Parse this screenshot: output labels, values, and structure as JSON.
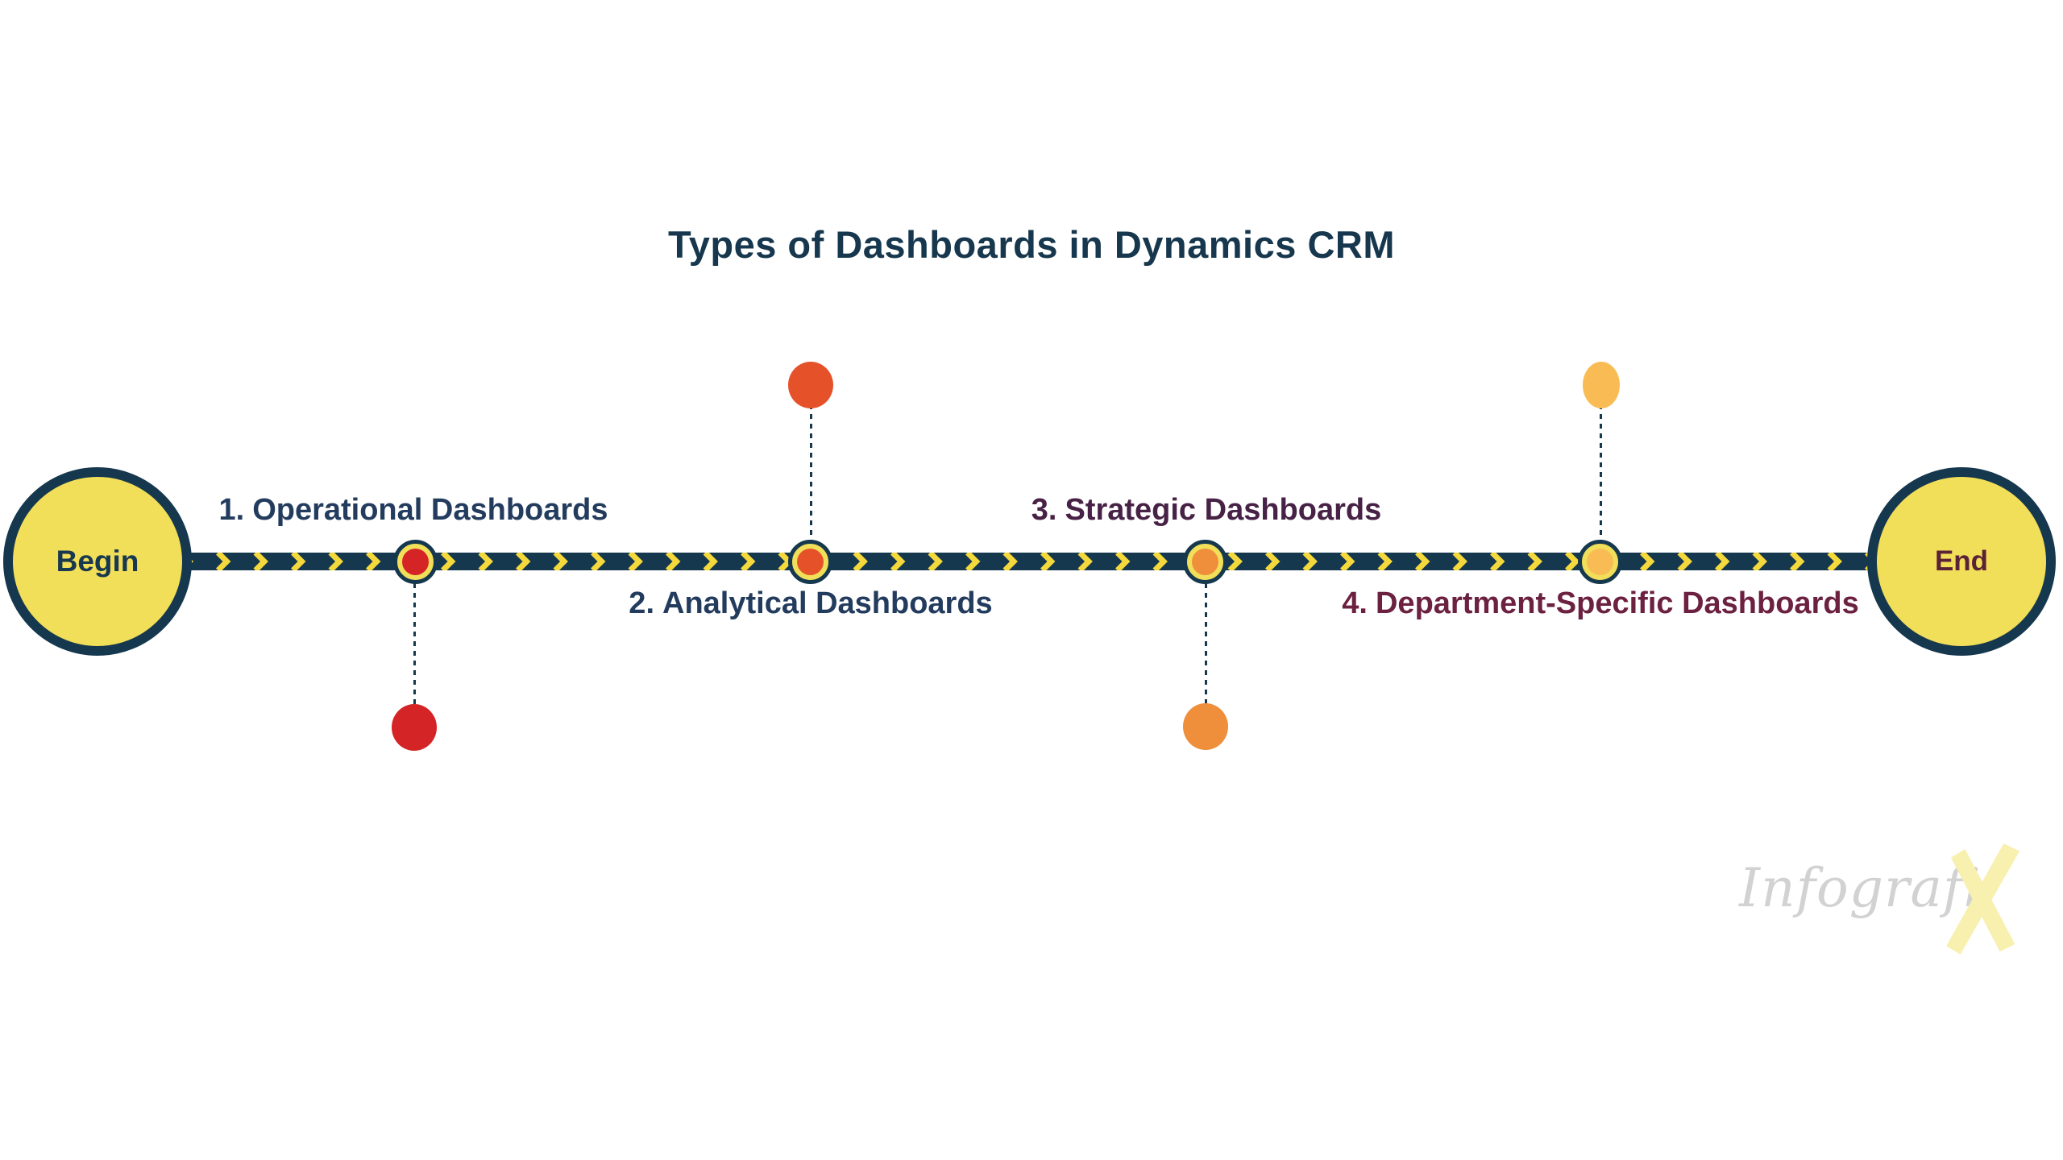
{
  "title": "Types of Dashboards in Dynamics CRM",
  "timeline": {
    "begin_label": "Begin",
    "end_label": "End",
    "milestones": [
      {
        "number": "1.",
        "name": "Operational Dashboards",
        "side": "above-line-label-below-dot",
        "dot_color": "#D52425"
      },
      {
        "number": "2.",
        "name": "Analytical Dashboards",
        "side": "below-line-label-above-dot",
        "dot_color": "#E55229"
      },
      {
        "number": "3.",
        "name": "Strategic Dashboards",
        "side": "above-line-label-below-dot",
        "dot_color": "#EF8E3B"
      },
      {
        "number": "4.",
        "name": "Department-Specific Dashboards",
        "side": "below-line-label-above-dot",
        "dot_color": "#F9BC55"
      }
    ]
  },
  "watermark": {
    "text": "Infografi",
    "x_mark": "X"
  },
  "colors": {
    "navy": "#16384E",
    "circle_yellow": "#F1DE59",
    "chevron_yellow": "#F5D93C",
    "red": "#D52425",
    "flame_orange": "#E55229",
    "orange": "#EF8E3B",
    "amber": "#F9BC55",
    "title_text": "#16374D",
    "navy_label_text": "#233C5E",
    "plum_label_text": "#472246",
    "wine_label_text": "#6C2141",
    "end_text": "#5B2137",
    "watermark_gray": "#D2D2D2",
    "watermark_x_yellow": "#F7F0AE"
  }
}
